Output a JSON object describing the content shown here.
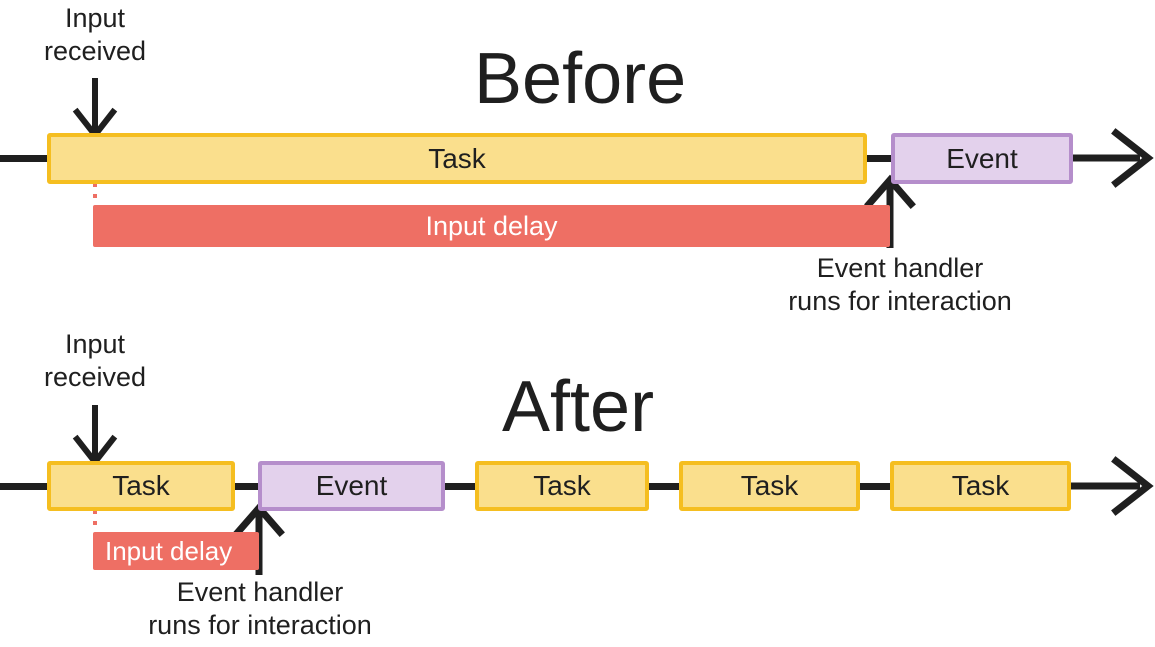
{
  "figure": {
    "title_before": "Before",
    "title_after": "After",
    "colors": {
      "task_fill": "#FADF8D",
      "task_border": "#F5BE20",
      "event_fill": "#E3D1EC",
      "event_border": "#B58ECB",
      "delay_fill": "#EE6F64",
      "ink": "#1f1f1f",
      "background": "#FFFFFF"
    }
  },
  "labels": {
    "input_received": "Input\nreceived",
    "input_delay": "Input delay",
    "event_handler": "Event handler\nruns for interaction",
    "task": "Task",
    "event": "Event"
  },
  "before": {
    "title": "Before",
    "timeline": [
      {
        "kind": "task",
        "label": "Task"
      },
      {
        "kind": "event",
        "label": "Event"
      }
    ],
    "delay_bar_label": "Input delay",
    "input_marker_label": "Input\nreceived",
    "handler_marker_label": "Event handler\nruns for interaction"
  },
  "after": {
    "title": "After",
    "timeline": [
      {
        "kind": "task",
        "label": "Task"
      },
      {
        "kind": "event",
        "label": "Event"
      },
      {
        "kind": "task",
        "label": "Task"
      },
      {
        "kind": "task",
        "label": "Task"
      },
      {
        "kind": "task",
        "label": "Task"
      }
    ],
    "delay_bar_label": "Input delay",
    "input_marker_label": "Input\nreceived",
    "handler_marker_label": "Event handler\nruns for interaction"
  }
}
